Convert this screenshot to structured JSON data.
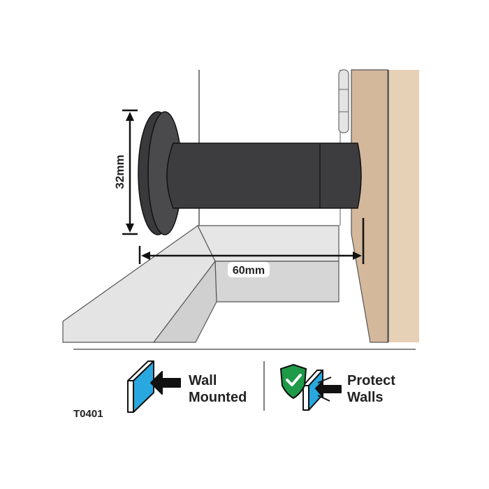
{
  "dimensions": {
    "height_label": "32mm",
    "projection_label": "60mm"
  },
  "features": [
    {
      "line1": "Wall",
      "line2": "Mounted",
      "icon": "wall-mount-icon"
    },
    {
      "line1": "Protect",
      "line2": "Walls",
      "icon": "protect-wall-icon"
    }
  ],
  "product_code": "T0401",
  "colors": {
    "stopper": "#3c3c3e",
    "door_edge": "#d4b89c",
    "door_face": "#e6d0b6",
    "skirting": "#dcdcdc",
    "panel_blue": "#29a8e0",
    "shield_green": "#1f9a48"
  }
}
